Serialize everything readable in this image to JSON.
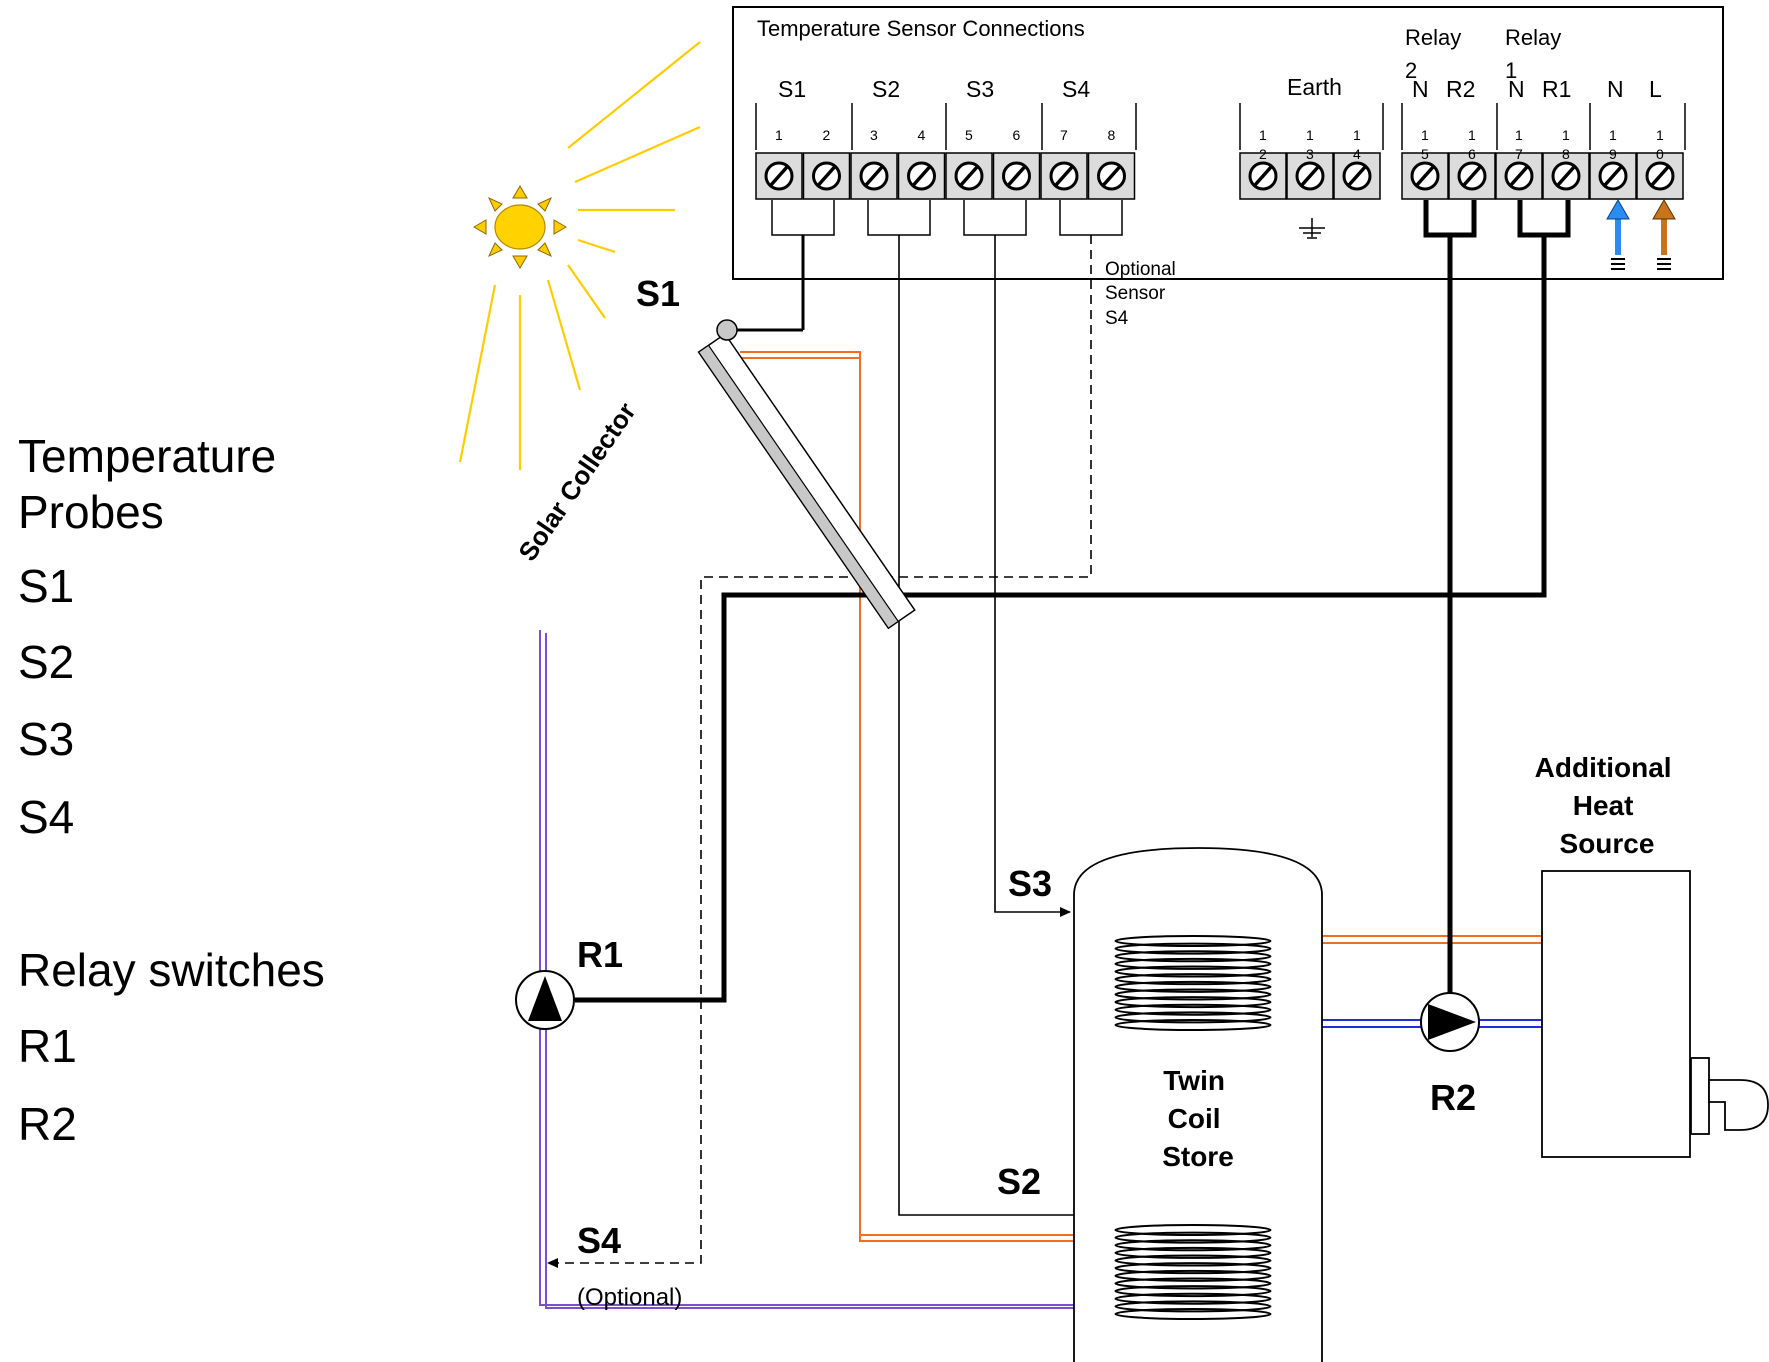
{
  "controller": {
    "title": "Temperature Sensor Connections",
    "sensor_labels": [
      "S1",
      "S2",
      "S3",
      "S4"
    ],
    "earth_label": "Earth",
    "relay2_label": "Relay 2",
    "relay1_label": "Relay 1",
    "relay_terminal_labels": [
      "N",
      "R2",
      "N",
      "R1"
    ],
    "power_labels": [
      "N",
      "L"
    ],
    "terminal_numbers": [
      "1",
      "2",
      "3",
      "4",
      "5",
      "6",
      "7",
      "8",
      "1",
      "1",
      "1",
      "1",
      "1",
      "1",
      "1",
      "1",
      "1",
      "2",
      "2",
      "3",
      "4",
      "5",
      "6",
      "7",
      "8",
      "9",
      "0"
    ]
  },
  "optional_sensor_note": [
    "Optional",
    "Sensor",
    "S4"
  ],
  "diagram_labels": {
    "s1": "S1",
    "s2": "S2",
    "s3": "S3",
    "s4": "S4",
    "s4_optional": "(Optional)",
    "r1": "R1",
    "r2": "R2",
    "solar_collector": "Solar  Collector",
    "store": [
      "Twin",
      "Coil",
      "Store"
    ],
    "heat_source": [
      "Additional",
      "Heat",
      "Source"
    ]
  },
  "legend": {
    "probes_title_line1": "Temperature",
    "probes_title_line2": "Probes",
    "probes": [
      "S1",
      "S2",
      "S3",
      "S4"
    ],
    "relays_title": "Relay switches",
    "relays": [
      "R1",
      "R2"
    ]
  },
  "colors": {
    "hot_pipe": "#f07020",
    "cold_pipe_solar": "#7a4fd6",
    "cold_pipe_boiler": "#1f2fd8",
    "sun_fill": "#ffd200",
    "sun_ray": "#ffcc00",
    "neutral_arrow": "#2a8cf0",
    "live_arrow": "#c8741a",
    "terminal_fill": "#dcdcdc",
    "collector_fill": "#c8c8c8"
  },
  "icons": [
    "sun-icon",
    "pump-icon",
    "ground-icon",
    "burner-icon"
  ]
}
